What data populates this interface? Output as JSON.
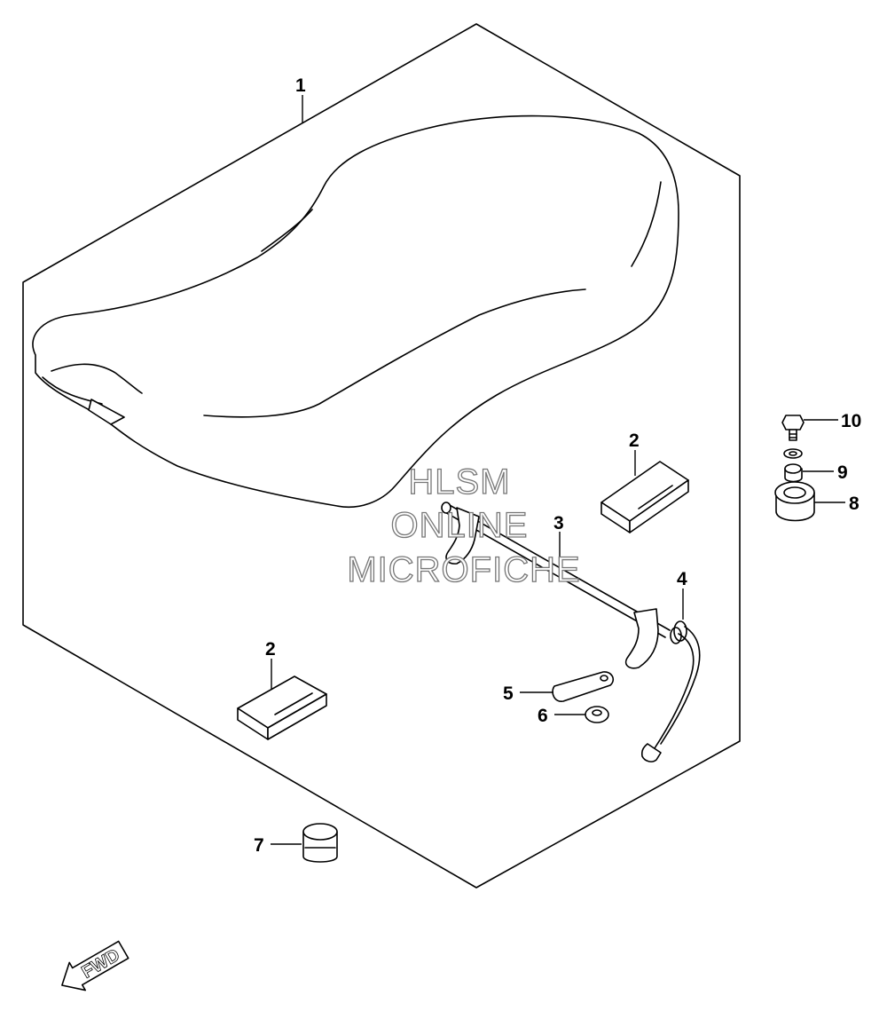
{
  "callouts": [
    {
      "id": "1",
      "label": "1"
    },
    {
      "id": "2a",
      "label": "2"
    },
    {
      "id": "2b",
      "label": "2"
    },
    {
      "id": "3",
      "label": "3"
    },
    {
      "id": "4",
      "label": "4"
    },
    {
      "id": "5",
      "label": "5"
    },
    {
      "id": "6",
      "label": "6"
    },
    {
      "id": "7",
      "label": "7"
    },
    {
      "id": "8",
      "label": "8"
    },
    {
      "id": "9",
      "label": "9"
    },
    {
      "id": "10",
      "label": "10"
    }
  ],
  "watermark": {
    "line1": "HLSM",
    "line2": "ONLINE",
    "line3": "MICROFICHE",
    "color": "#777777"
  },
  "direction_arrow": {
    "label": "FWD",
    "icon": "forward-arrow-icon"
  },
  "colors": {
    "line": "#000000",
    "background": "#ffffff"
  }
}
